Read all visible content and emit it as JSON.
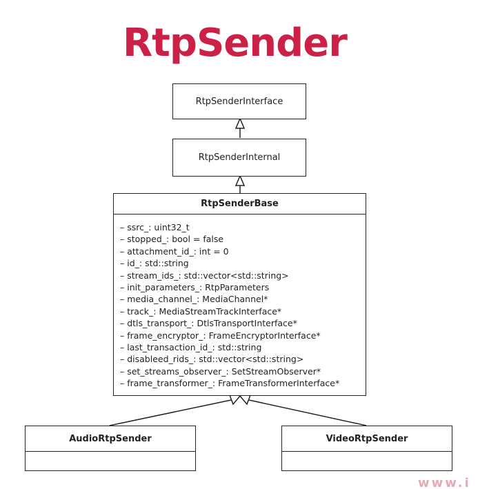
{
  "title": "RtpSender",
  "classes": {
    "interface": {
      "name": "RtpSenderInterface"
    },
    "internal": {
      "name": "RtpSenderInternal"
    },
    "base": {
      "name": "RtpSenderBase",
      "attributes": [
        "– ssrc_: uint32_t",
        "– stopped_: bool = false",
        "– attachment_id_: int  = 0",
        "– id_: std::string",
        "– stream_ids_: std::vector<std::string>",
        "– init_parameters_: RtpParameters",
        "– media_channel_: MediaChannel*",
        "– track_: MediaStreamTrackInterface*",
        "– dtls_transport_: DtlsTransportInterface*",
        "– frame_encryptor_: FrameEncryptorInterface*",
        "– last_transaction_id_: std::string",
        "– disableed_rids_: std::vector<std::string>",
        "– set_streams_observer_: SetStreamObserver*",
        "– frame_transformer_: FrameTransformerInterface*"
      ]
    },
    "audio": {
      "name": "AudioRtpSender"
    },
    "video": {
      "name": "VideoRtpSender"
    }
  },
  "relations": [
    {
      "from": "RtpSenderInternal",
      "to": "RtpSenderInterface",
      "type": "inheritance"
    },
    {
      "from": "RtpSenderBase",
      "to": "RtpSenderInternal",
      "type": "inheritance"
    },
    {
      "from": "AudioRtpSender",
      "to": "RtpSenderBase",
      "type": "inheritance"
    },
    {
      "from": "VideoRtpSender",
      "to": "RtpSenderBase",
      "type": "inheritance"
    }
  ],
  "watermark": "www.i"
}
